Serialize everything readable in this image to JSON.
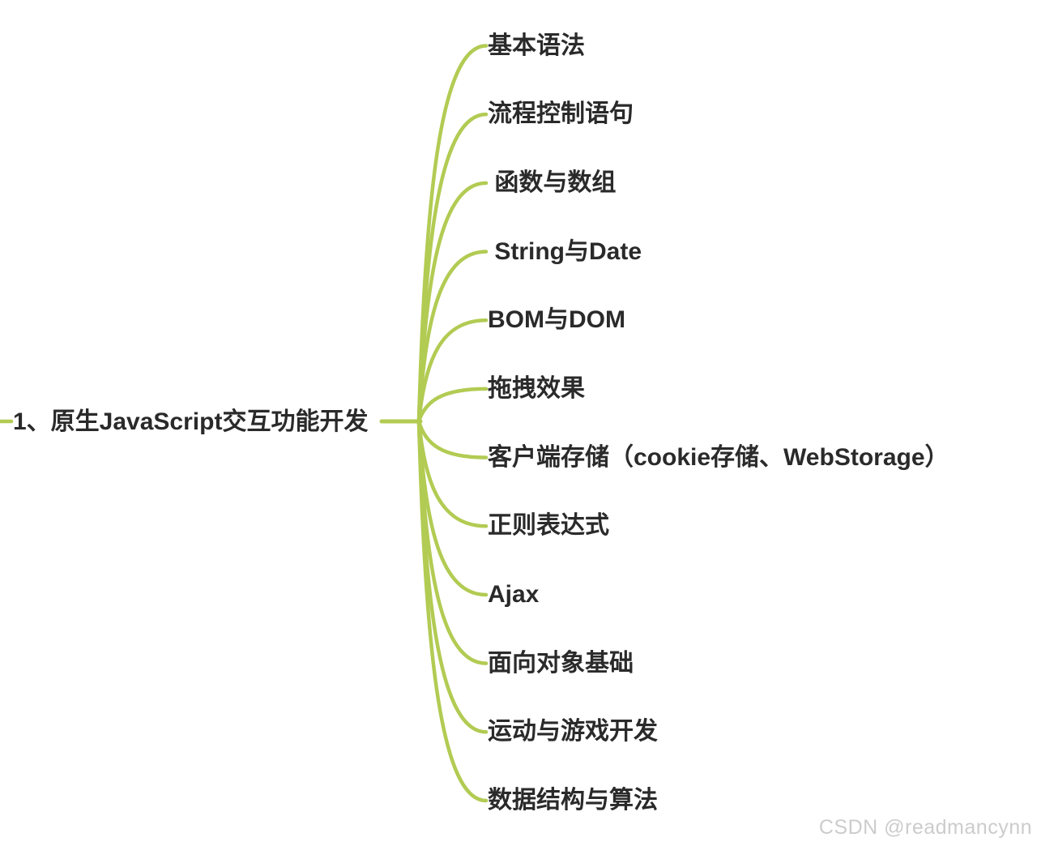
{
  "page": {
    "background_color": "#ffffff"
  },
  "mindmap": {
    "branch_color": "#b2cb53",
    "text_color": "#2a2a2a",
    "root": {
      "label": "1、原生JavaScript交互功能开发"
    },
    "branches": [
      {
        "label": "基本语法"
      },
      {
        "label": "流程控制语句"
      },
      {
        "label": " 函数与数组"
      },
      {
        "label": " String与Date"
      },
      {
        "label": "BOM与DOM"
      },
      {
        "label": "拖拽效果"
      },
      {
        "label": "客户端存储（cookie存储、WebStorage）"
      },
      {
        "label": "正则表达式"
      },
      {
        "label": "Ajax"
      },
      {
        "label": "面向对象基础"
      },
      {
        "label": "运动与游戏开发"
      },
      {
        "label": "数据结构与算法"
      }
    ]
  },
  "watermark": {
    "text": "CSDN @readmancynn",
    "color": "#cccccc"
  }
}
